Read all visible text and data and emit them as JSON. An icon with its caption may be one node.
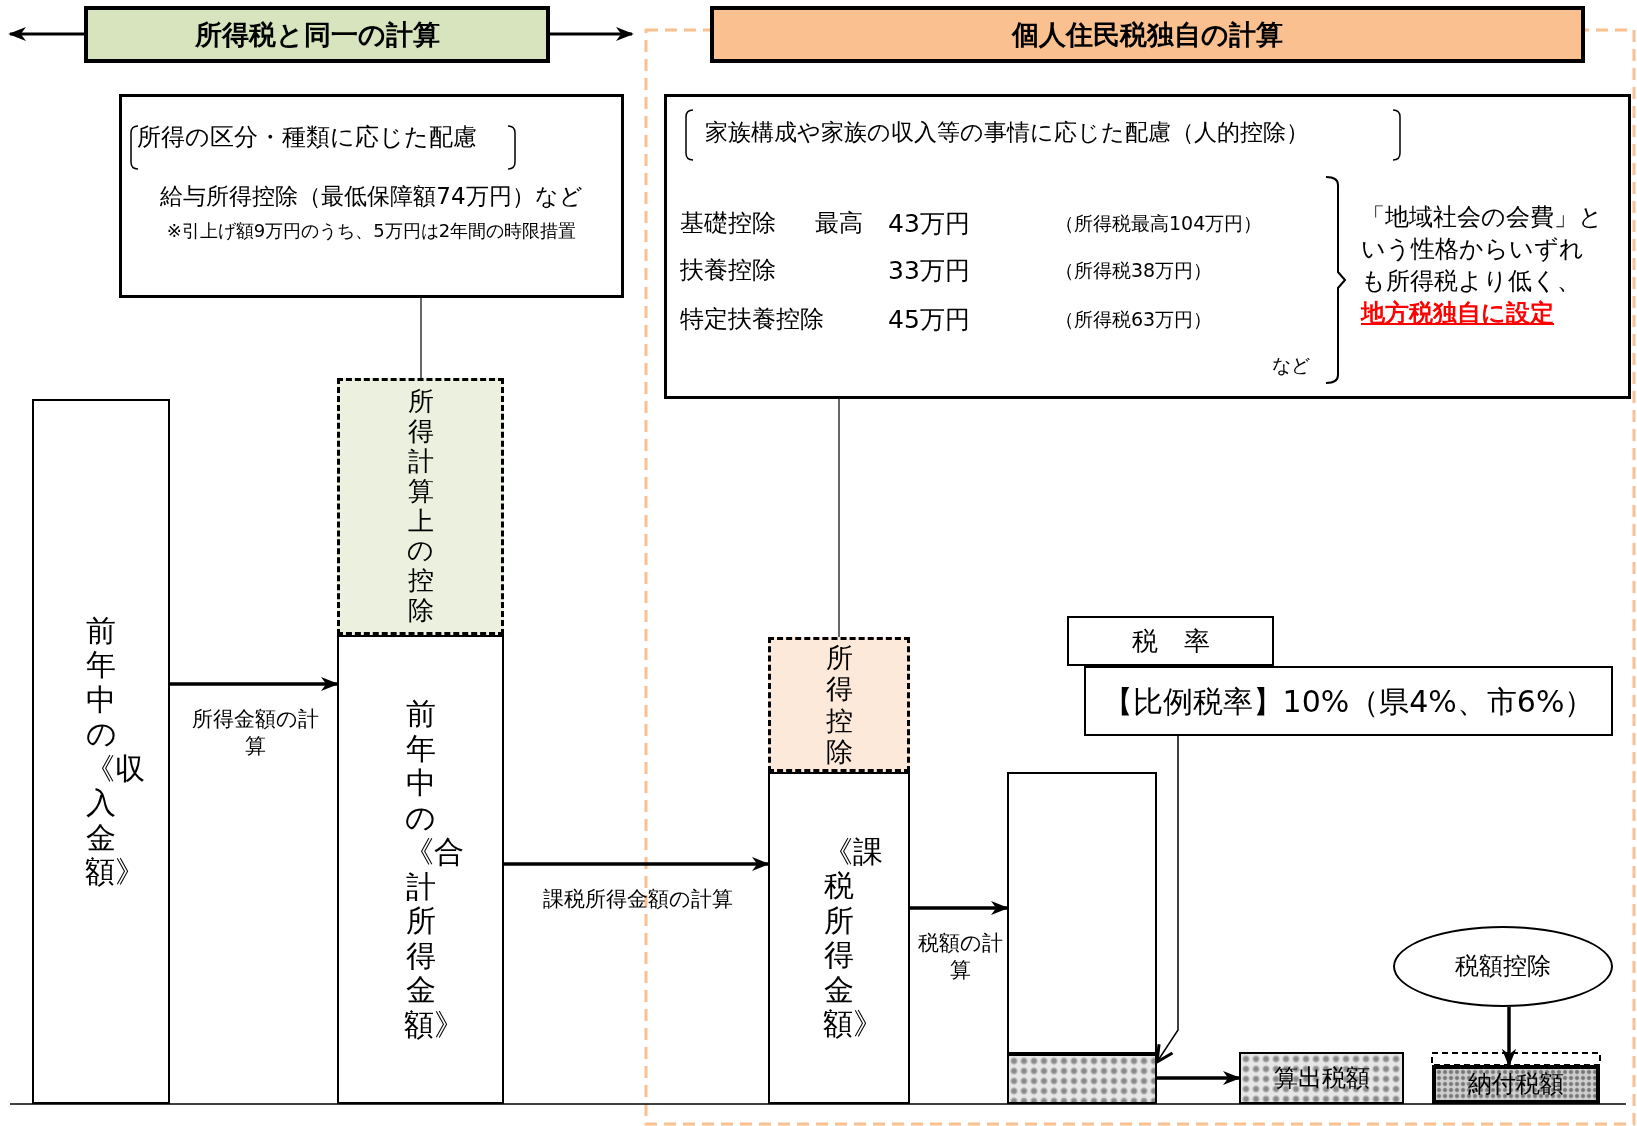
{
  "diagram": {
    "nodes": [
      {
        "text": [
          "所得税と同一の計算"
        ]
      },
      {
        "text": [
          "個人住民税独自の計算"
        ]
      },
      {
        "text": [
          "所得の区分・種類に応じた配慮",
          "給与所得控除（最低保障額74万円）など",
          "※引上げ額9万円のうち、5万円は2年間の時限措置"
        ]
      },
      {
        "text": [
          "家族構成や家族の収入等の事情に応じた配慮（人的控除）",
          "基礎控除",
          "最高",
          "43万円",
          "（所得税最高104万円）",
          "扶養控除",
          "33万円",
          "（所得税38万円）",
          "特定扶養控除",
          "45万円",
          "（所得税63万円）",
          "など",
          "「地域社会の会費」という性格からいずれも所得税より低く、**地方税独自に設定**"
        ]
      },
      {
        "text": [
          "前年中の《収入金額》"
        ]
      },
      {
        "text": [
          "所得計算上の控除"
        ]
      },
      {
        "text": [
          "前年中の《合計所得金額》"
        ]
      },
      {
        "text": [
          "所得控除"
        ]
      },
      {
        "text": [
          "《課税所得金額》"
        ]
      },
      {
        "text": [],
        "shape": "bar"
      },
      {
        "text": [],
        "shape": "bar"
      },
      {
        "text": [
          "税　率"
        ]
      },
      {
        "text": [
          "【比例税率】10%（県4%、市6%）"
        ]
      },
      {
        "text": [
          "算出税額"
        ]
      },
      {
        "text": [
          "税額控除"
        ]
      },
      {
        "text": [
          "納付税額"
        ]
      }
    ],
    "edges": [
      {
        "from": 0,
        "to": null,
        "arrow": "to"
      },
      {
        "from": 0,
        "to": null,
        "arrow": "to"
      },
      {
        "from": 2,
        "to": 5,
        "arrow": "none"
      },
      {
        "from": 3,
        "to": 7,
        "arrow": "none"
      },
      {
        "from": 4,
        "to": 6,
        "arrow": "to",
        "label": "所得金額の計算"
      },
      {
        "from": 6,
        "to": 8,
        "arrow": "to",
        "label": "課税所得金額の計算"
      },
      {
        "from": 8,
        "to": 9,
        "arrow": "to",
        "label": "税額の計算"
      },
      {
        "from": 12,
        "to": 10,
        "arrow": "to"
      },
      {
        "from": 10,
        "to": 13,
        "arrow": "to"
      },
      {
        "from": 14,
        "to": 15,
        "arrow": "to"
      }
    ]
  }
}
